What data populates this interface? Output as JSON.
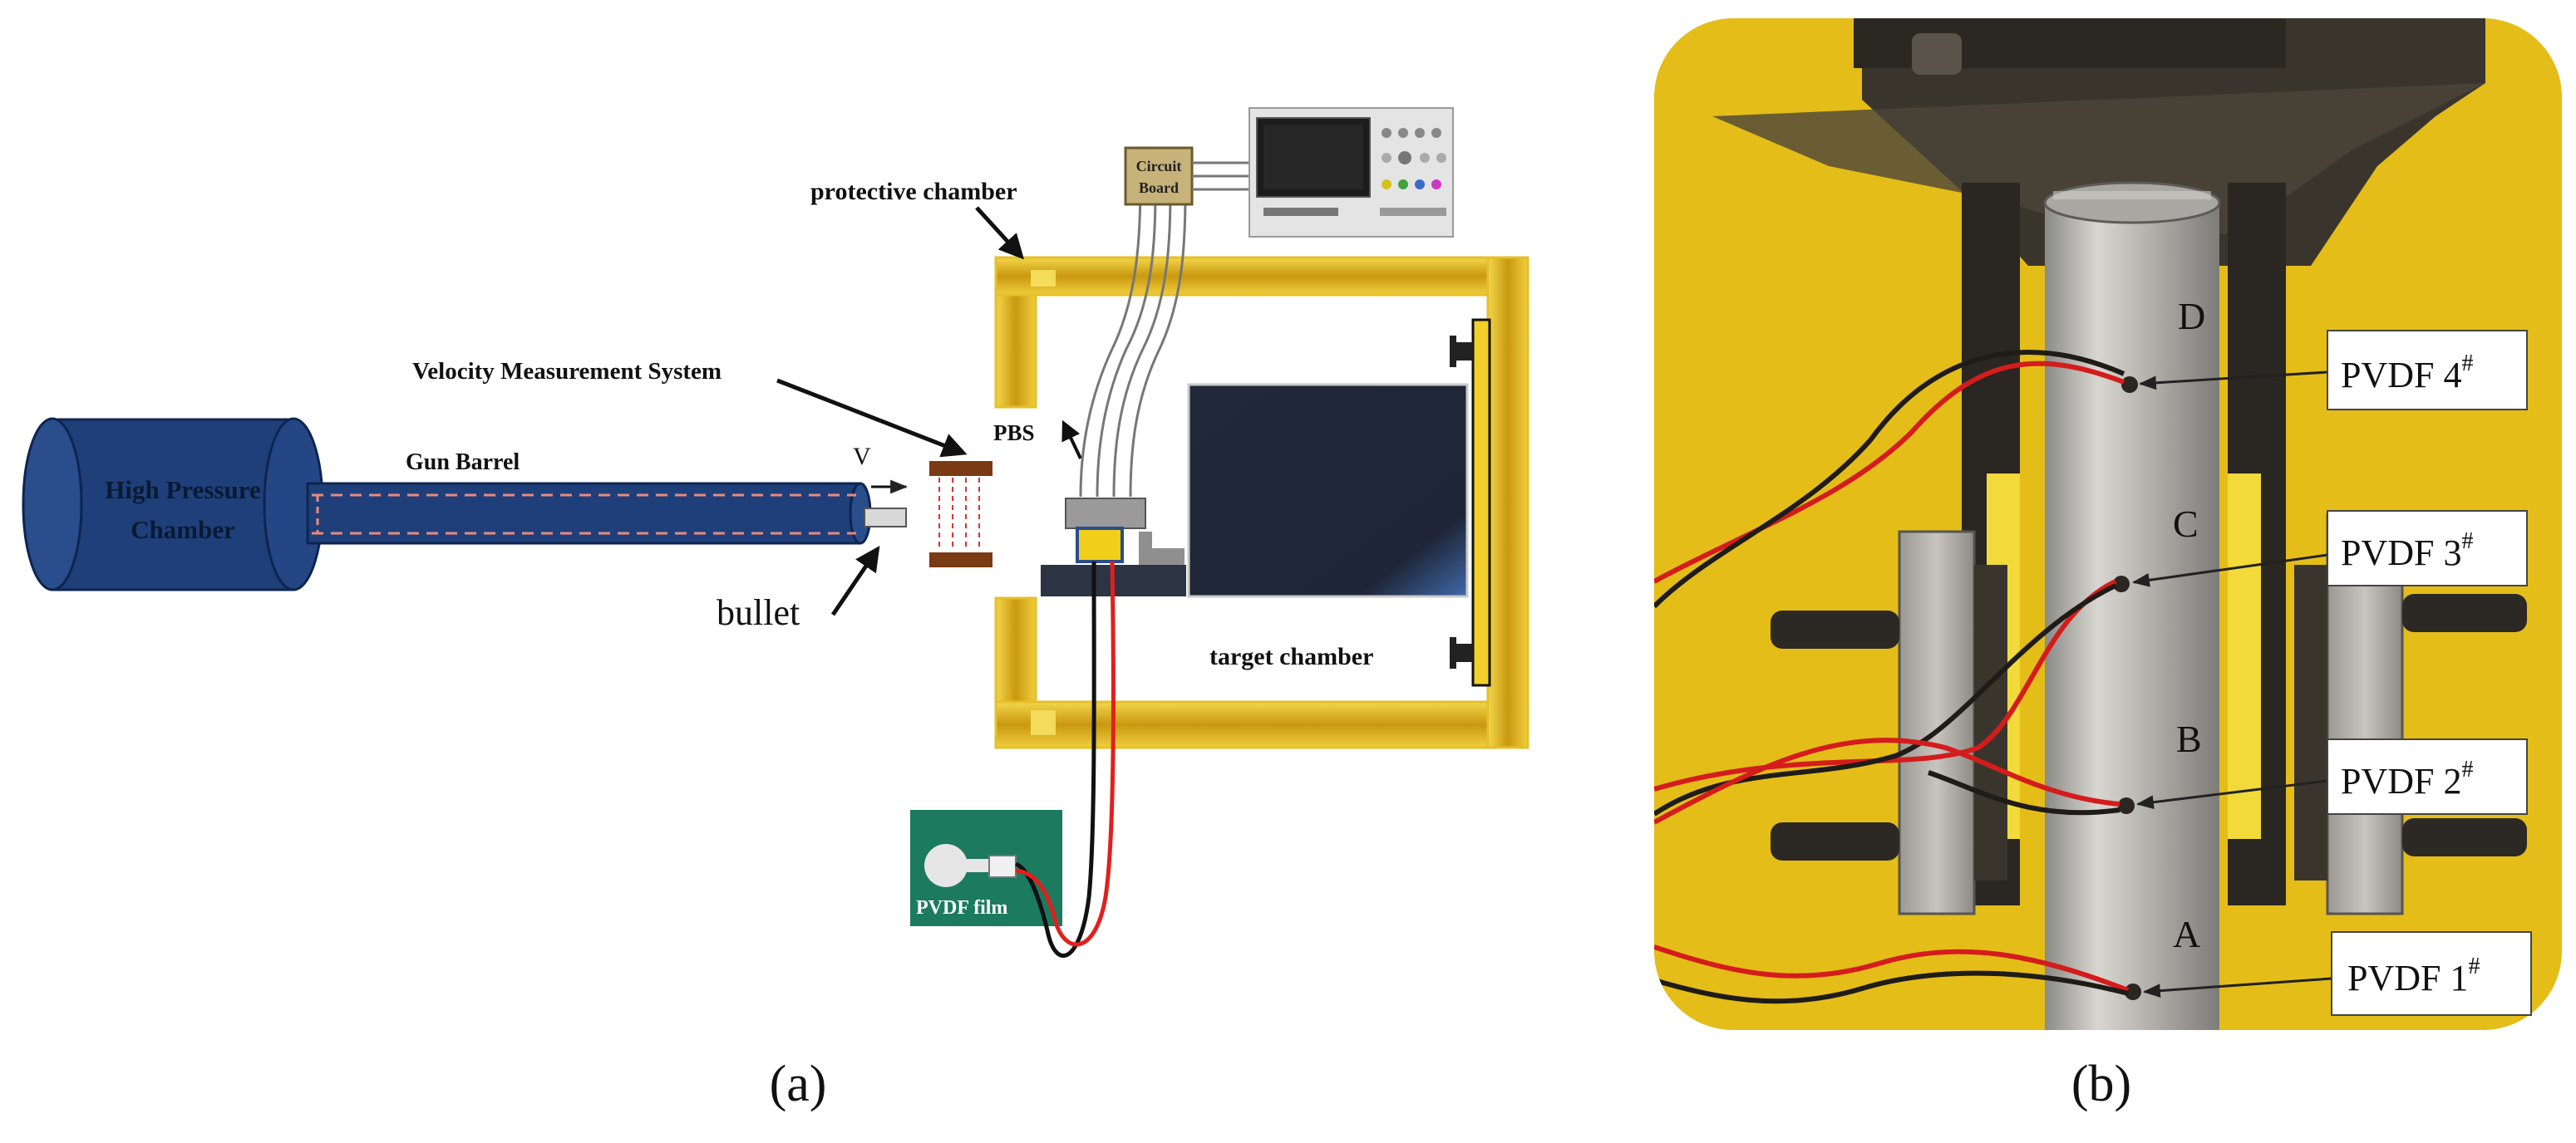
{
  "panel_a": {
    "caption": "(a)",
    "labels": {
      "high_pressure_line1": "High Pressure",
      "high_pressure_line2": "Chamber",
      "gun_barrel": "Gun Barrel",
      "velocity_system": "Velocity Measurement System",
      "velocity_symbol": "V",
      "bullet": "bullet",
      "protective_chamber": "protective chamber",
      "pbs": "PBS",
      "circuit_line1": "Circuit",
      "circuit_line2": "Board",
      "target_chamber": "target chamber",
      "pvdf_film": "PVDF film"
    }
  },
  "panel_b": {
    "caption": "(b)",
    "points": [
      {
        "letter": "D",
        "sensor": "PVDF 4"
      },
      {
        "letter": "C",
        "sensor": "PVDF 3"
      },
      {
        "letter": "B",
        "sensor": "PVDF 2"
      },
      {
        "letter": "A",
        "sensor": "PVDF 1"
      }
    ],
    "superscript": "#"
  },
  "colors": {
    "chamber_blue": "#1f3f7a",
    "frame_gold": "#d4a514",
    "photo_yellow": "#e8c21a",
    "wire_red": "#e0201c"
  }
}
